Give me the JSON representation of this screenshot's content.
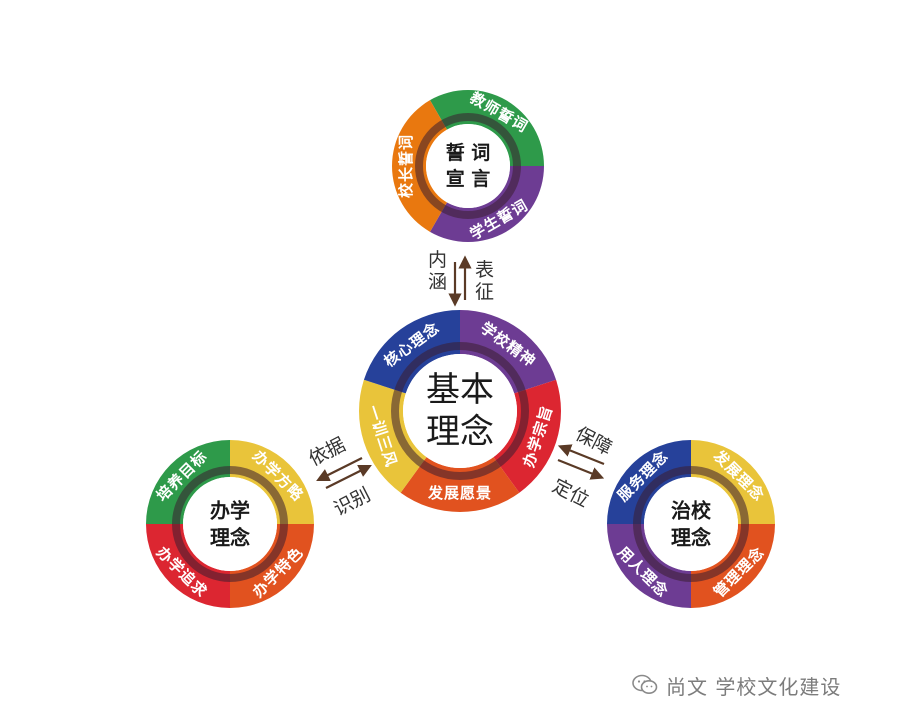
{
  "colors": {
    "green": "#2e9a4a",
    "purple": "#6d3c93",
    "orange": "#e9780f",
    "blue": "#26419a",
    "red": "#dc2631",
    "amber": "#e1521f",
    "yellow": "#e9c43a",
    "ring_shadow": "#3a1d30",
    "arrow": "#5a3a26"
  },
  "circles": [
    {
      "id": "oath",
      "center": [
        "誓 词",
        "宣 言"
      ],
      "segments": [
        {
          "label": "教师誓词",
          "color": "green"
        },
        {
          "label": "学生誓词",
          "color": "purple"
        },
        {
          "label": "校长誓词",
          "color": "orange"
        }
      ]
    },
    {
      "id": "basic",
      "center": [
        "基本",
        "理念"
      ],
      "segments": [
        {
          "label": "学校精神",
          "color": "purple"
        },
        {
          "label": "办学宗旨",
          "color": "red"
        },
        {
          "label": "发展愿景",
          "color": "amber"
        },
        {
          "label": "一训三风",
          "color": "yellow"
        },
        {
          "label": "核心理念",
          "color": "blue"
        }
      ]
    },
    {
      "id": "running",
      "center": [
        "办学",
        "理念"
      ],
      "segments": [
        {
          "label": "办学特色",
          "color": "amber"
        },
        {
          "label": "办学追求",
          "color": "red"
        },
        {
          "label": "培养目标",
          "color": "green"
        },
        {
          "label": "办学方略",
          "color": "yellow"
        }
      ]
    },
    {
      "id": "governance",
      "center": [
        "治校",
        "理念"
      ],
      "segments": [
        {
          "label": "管理理念",
          "color": "amber"
        },
        {
          "label": "用人理念",
          "color": "purple"
        },
        {
          "label": "服务理念",
          "color": "blue"
        },
        {
          "label": "发展理念",
          "color": "yellow"
        }
      ]
    }
  ],
  "connectors": {
    "top": {
      "down_label": "内涵",
      "up_label": "表征"
    },
    "left": {
      "upper_label": "依据",
      "lower_label": "识别"
    },
    "right": {
      "upper_label": "保障",
      "lower_label": "定位"
    }
  },
  "watermark": {
    "text": "尚文 学校文化建设",
    "icon": "wechat-icon"
  }
}
